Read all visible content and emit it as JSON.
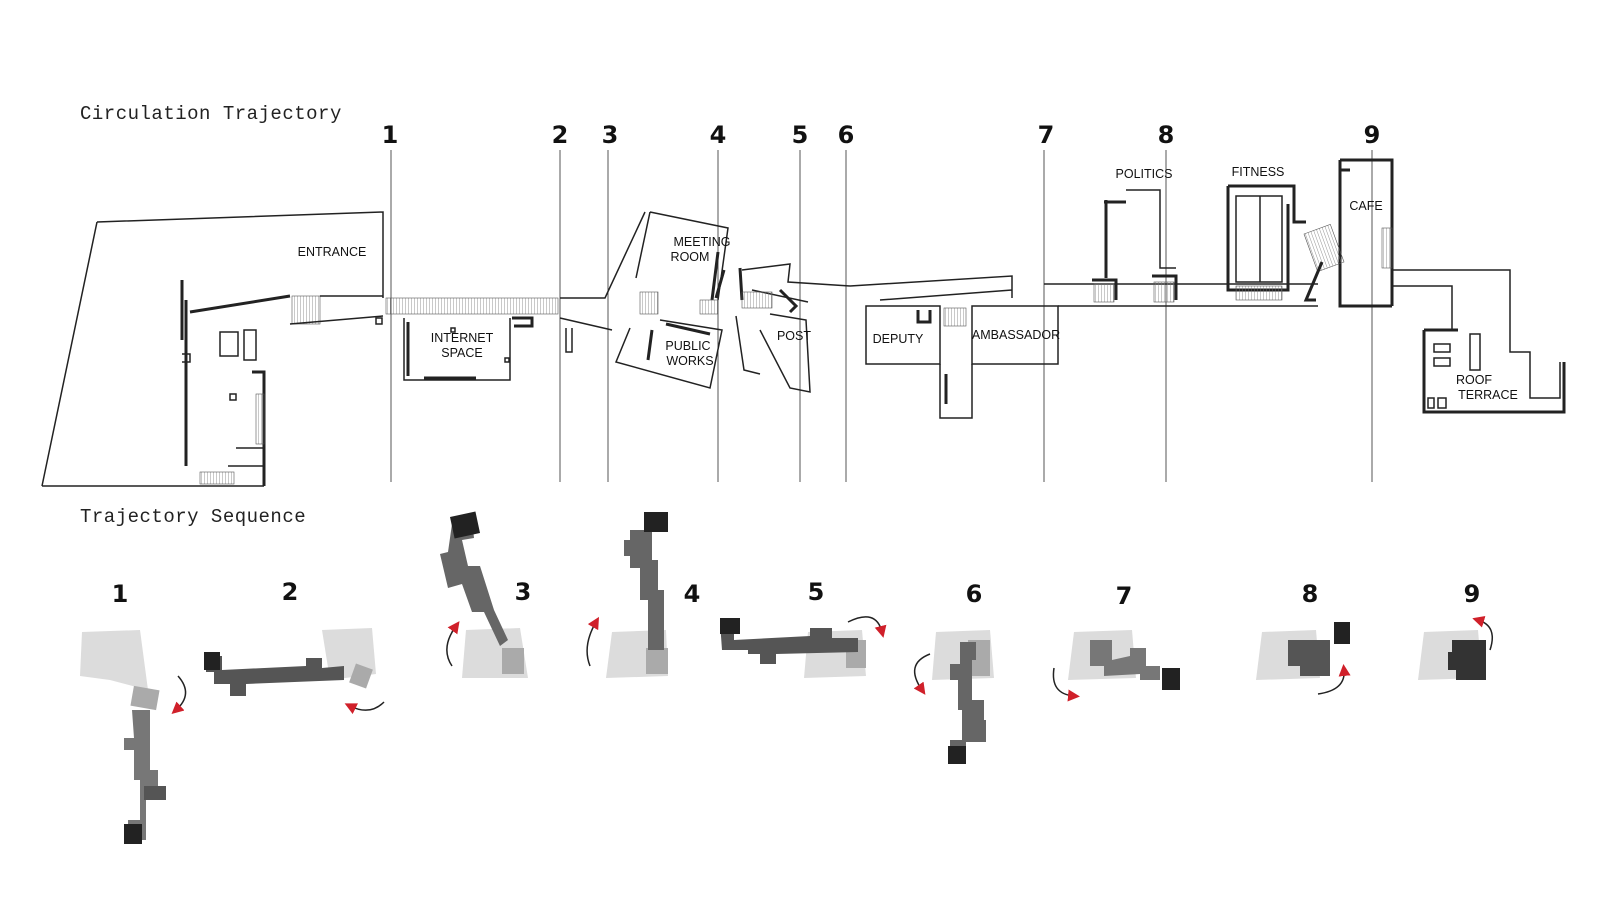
{
  "headings": {
    "circulation": "Circulation Trajectory",
    "sequence": "Trajectory Sequence"
  },
  "markers": [
    "1",
    "2",
    "3",
    "4",
    "5",
    "6",
    "7",
    "8",
    "9"
  ],
  "rooms": {
    "entrance": "ENTRANCE",
    "internet_1": "INTERNET",
    "internet_2": "SPACE",
    "meeting_1": "MEETING",
    "meeting_2": "ROOM",
    "public_1": "PUBLIC",
    "public_2": "WORKS",
    "post": "POST",
    "deputy": "DEPUTY",
    "ambassador": "AMBASSADOR",
    "politics": "POLITICS",
    "fitness": "FITNESS",
    "cafe": "CAFE",
    "roof_1": "ROOF",
    "roof_2": "TERRACE"
  },
  "sequence_labels": [
    "1",
    "2",
    "3",
    "4",
    "5",
    "6",
    "7",
    "8",
    "9"
  ],
  "colors": {
    "arrow": "#d0202a",
    "light": "#d9d9d9",
    "mid": "#8a8a8a",
    "dark": "#3a3a3a"
  }
}
